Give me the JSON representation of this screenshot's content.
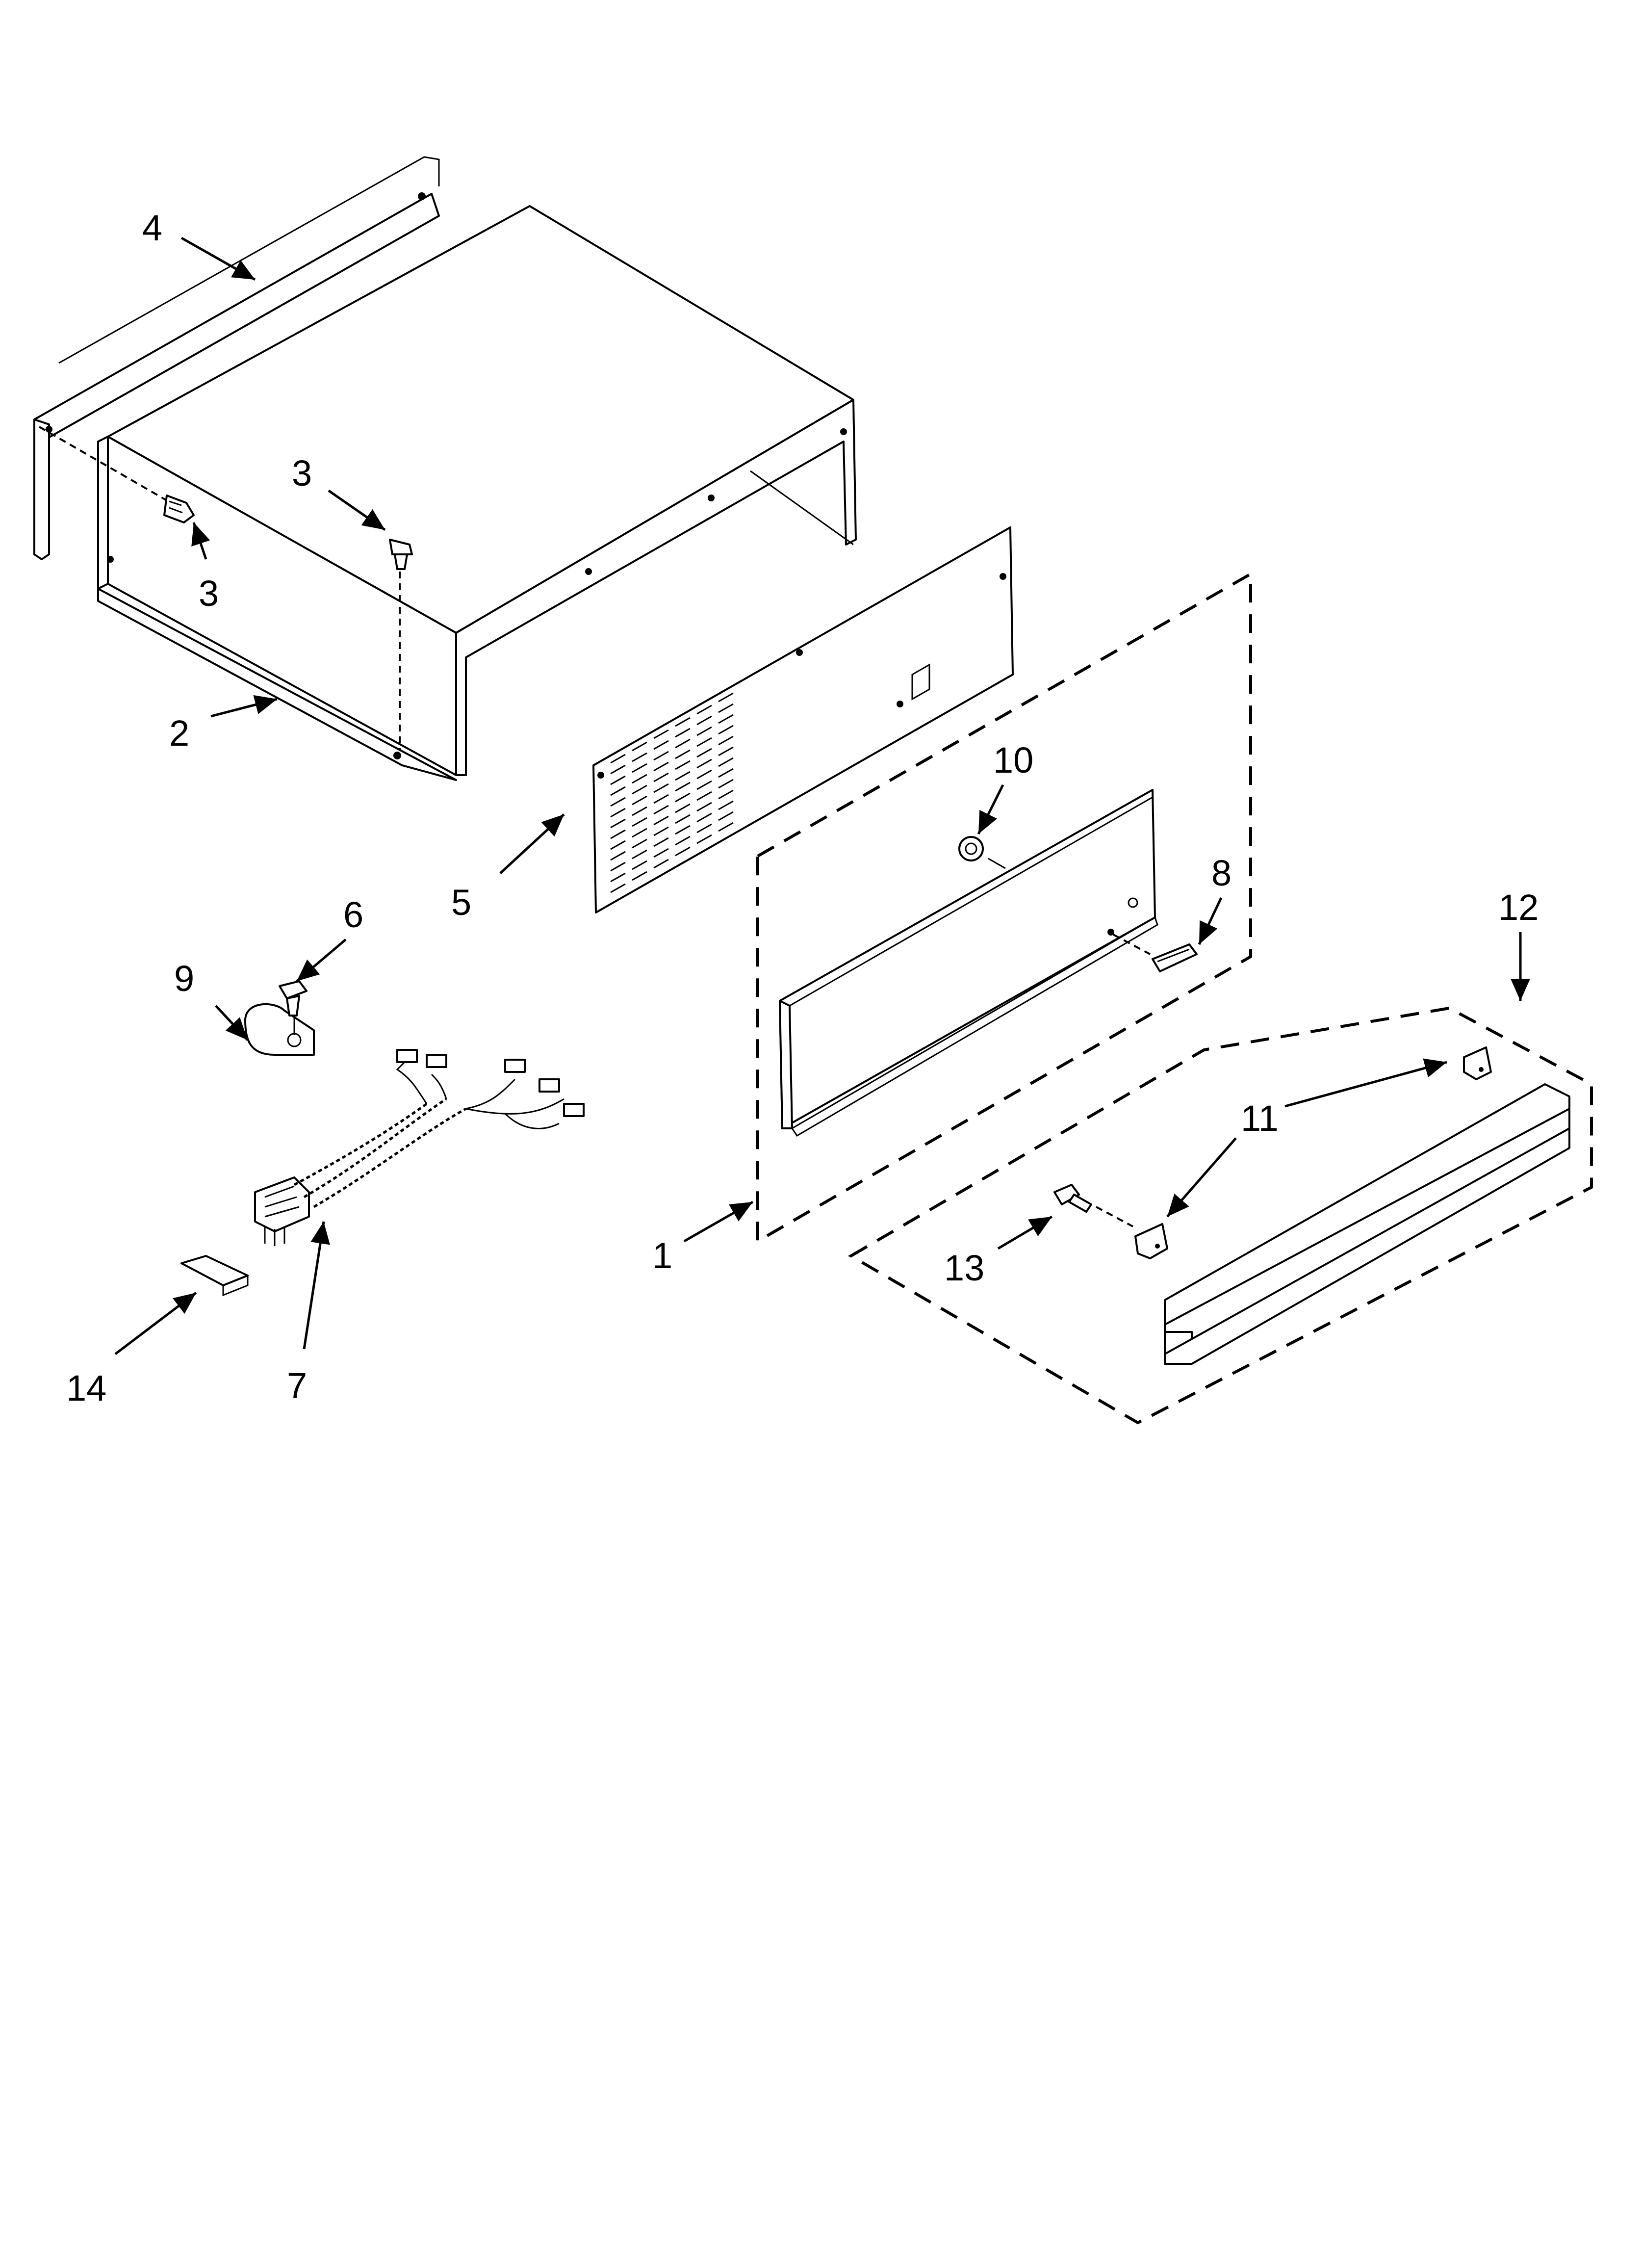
{
  "callouts": {
    "c1": "1",
    "c2": "2",
    "c3a": "3",
    "c3b": "3",
    "c4": "4",
    "c5": "5",
    "c6": "6",
    "c7": "7",
    "c8": "8",
    "c9": "9",
    "c10": "10",
    "c11": "11",
    "c12": "12",
    "c13": "13",
    "c14": "14"
  },
  "colors": {
    "line": "#000000",
    "background": "#ffffff"
  }
}
